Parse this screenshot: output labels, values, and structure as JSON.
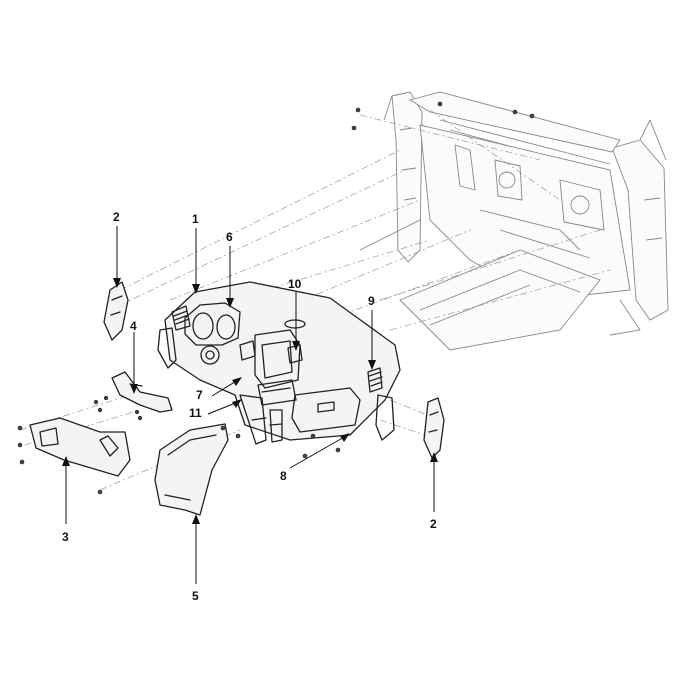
{
  "callouts": [
    {
      "id": "c1",
      "text": "1"
    },
    {
      "id": "c2a",
      "text": "2"
    },
    {
      "id": "c2b",
      "text": "2"
    },
    {
      "id": "c3",
      "text": "3"
    },
    {
      "id": "c4",
      "text": "4"
    },
    {
      "id": "c5",
      "text": "5"
    },
    {
      "id": "c6",
      "text": "6"
    },
    {
      "id": "c7",
      "text": "7"
    },
    {
      "id": "c8",
      "text": "8"
    },
    {
      "id": "c9",
      "text": "9"
    },
    {
      "id": "c10",
      "text": "10"
    },
    {
      "id": "c11",
      "text": "11"
    }
  ]
}
